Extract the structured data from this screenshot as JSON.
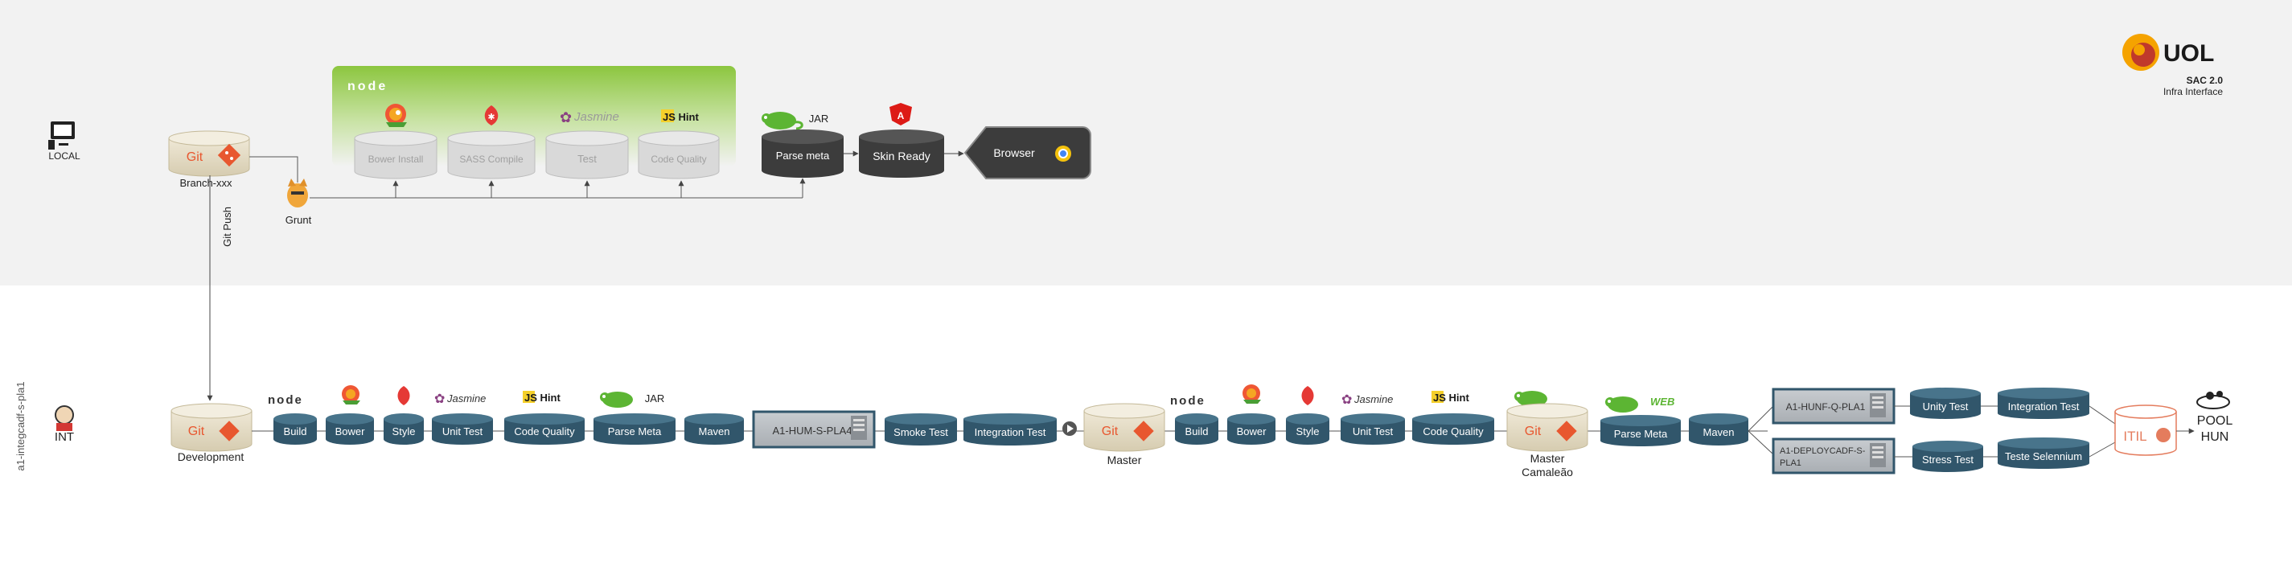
{
  "brand": {
    "logo_text": "UOL",
    "line1": "SAC 2.0",
    "line2": "Infra Interface"
  },
  "local": {
    "label": "LOCAL",
    "branch_label": "Branch-xxx",
    "git_label": "Git",
    "grunt_label": "Grunt",
    "git_push_label": "Git Push",
    "node_logo": "node",
    "tools": [
      {
        "label": "Bower Install"
      },
      {
        "label": "SASS Compile"
      },
      {
        "label": "Test",
        "logo": "Jasmine"
      },
      {
        "label": "Code Quality",
        "logo": "JS Hint"
      }
    ],
    "jar_label": "JAR",
    "parse_meta": "Parse meta",
    "skin_ready": "Skin Ready",
    "browser": "Browser"
  },
  "int": {
    "label": "INT",
    "vertical_label": "a1-integcadf-s-pla1",
    "dev_label": "Development",
    "git_label": "Git",
    "logos": {
      "node": "node",
      "jasmine": "Jasmine",
      "jshint": "JS Hint",
      "jar": "JAR",
      "web": "WEB"
    },
    "stages1": [
      "Build",
      "Bower",
      "Style",
      "Unit Test",
      "Code Quality",
      "Parse Meta",
      "Maven"
    ],
    "server1": "A1-HUM-S-PLA4",
    "stages2": [
      "Smoke Test",
      "Integration Test"
    ],
    "master_label": "Master",
    "stages3": [
      "Build",
      "Bower",
      "Style",
      "Unit Test",
      "Code Quality"
    ],
    "master_cam_line1": "Master",
    "master_cam_line2": "Camaleão",
    "stages4": [
      "Parse Meta",
      "Maven"
    ],
    "server2": "A1-HUNF-Q-PLA1",
    "server3_line1": "A1-DEPLOYCADF-S-",
    "server3_line2": "PLA1",
    "tests_top": [
      "Unity  Test",
      "Integration Test"
    ],
    "tests_bottom": [
      "Stress Test",
      "Teste Selennium"
    ],
    "itil": "ITIL",
    "pool_line1": "POOL",
    "pool_line2": "HUN"
  },
  "colors": {
    "top_band": "#f2f2f2",
    "green": "#8cc63f",
    "dark_cyl": "#3f3f3f",
    "teal_cyl": "#31566b",
    "git_orange": "#e8572f",
    "itil_orange": "#e47c5d"
  }
}
